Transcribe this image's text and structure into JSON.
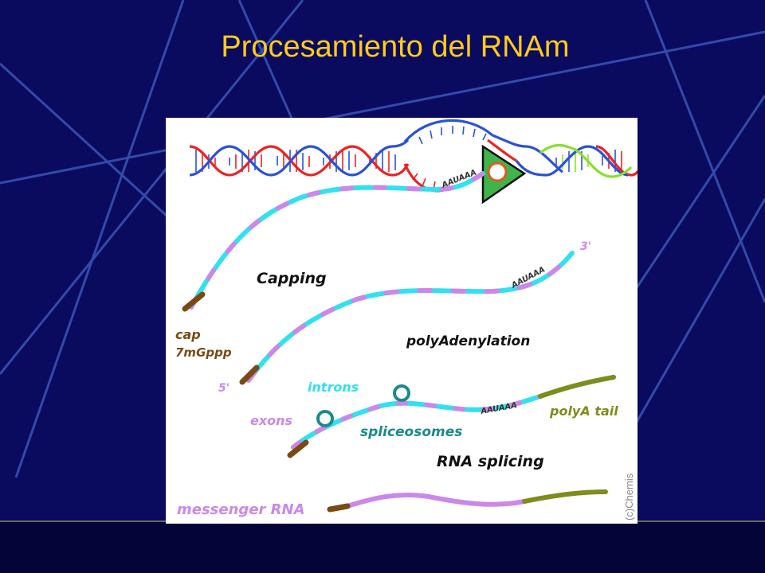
{
  "slide": {
    "title": "Procesamiento del RNAm"
  },
  "labels": {
    "aauaaa_top": "AAUAAA",
    "three_prime": "3'",
    "capping": "Capping",
    "aauaaa_mid": "AAUAAA",
    "cap": "cap",
    "cap_struct": "7mGppp",
    "polyadenylation": "polyAdenylation",
    "five_prime": "5'",
    "introns": "introns",
    "exons": "exons",
    "aauaaa_low": "AAUAAA",
    "polya_tail": "polyA tail",
    "spliceosomes": "spliceosomes",
    "rna_splicing": "RNA splicing",
    "messenger_rna": "messenger RNA",
    "credit": "(c)Chemis"
  },
  "colors": {
    "background": "#0a0a5e",
    "title": "#ffcc1a",
    "exon_segment": "#cc88e8",
    "intron_segment": "#33e0f0",
    "cap": "#7a4a14",
    "polya_tail": "#808c1c",
    "dna_red": "#ee2222",
    "dna_blue": "#2a52d8",
    "dna_green": "#88e02c",
    "polymerase": "#3fb44a",
    "spliceosome": "#1a8a8a"
  }
}
